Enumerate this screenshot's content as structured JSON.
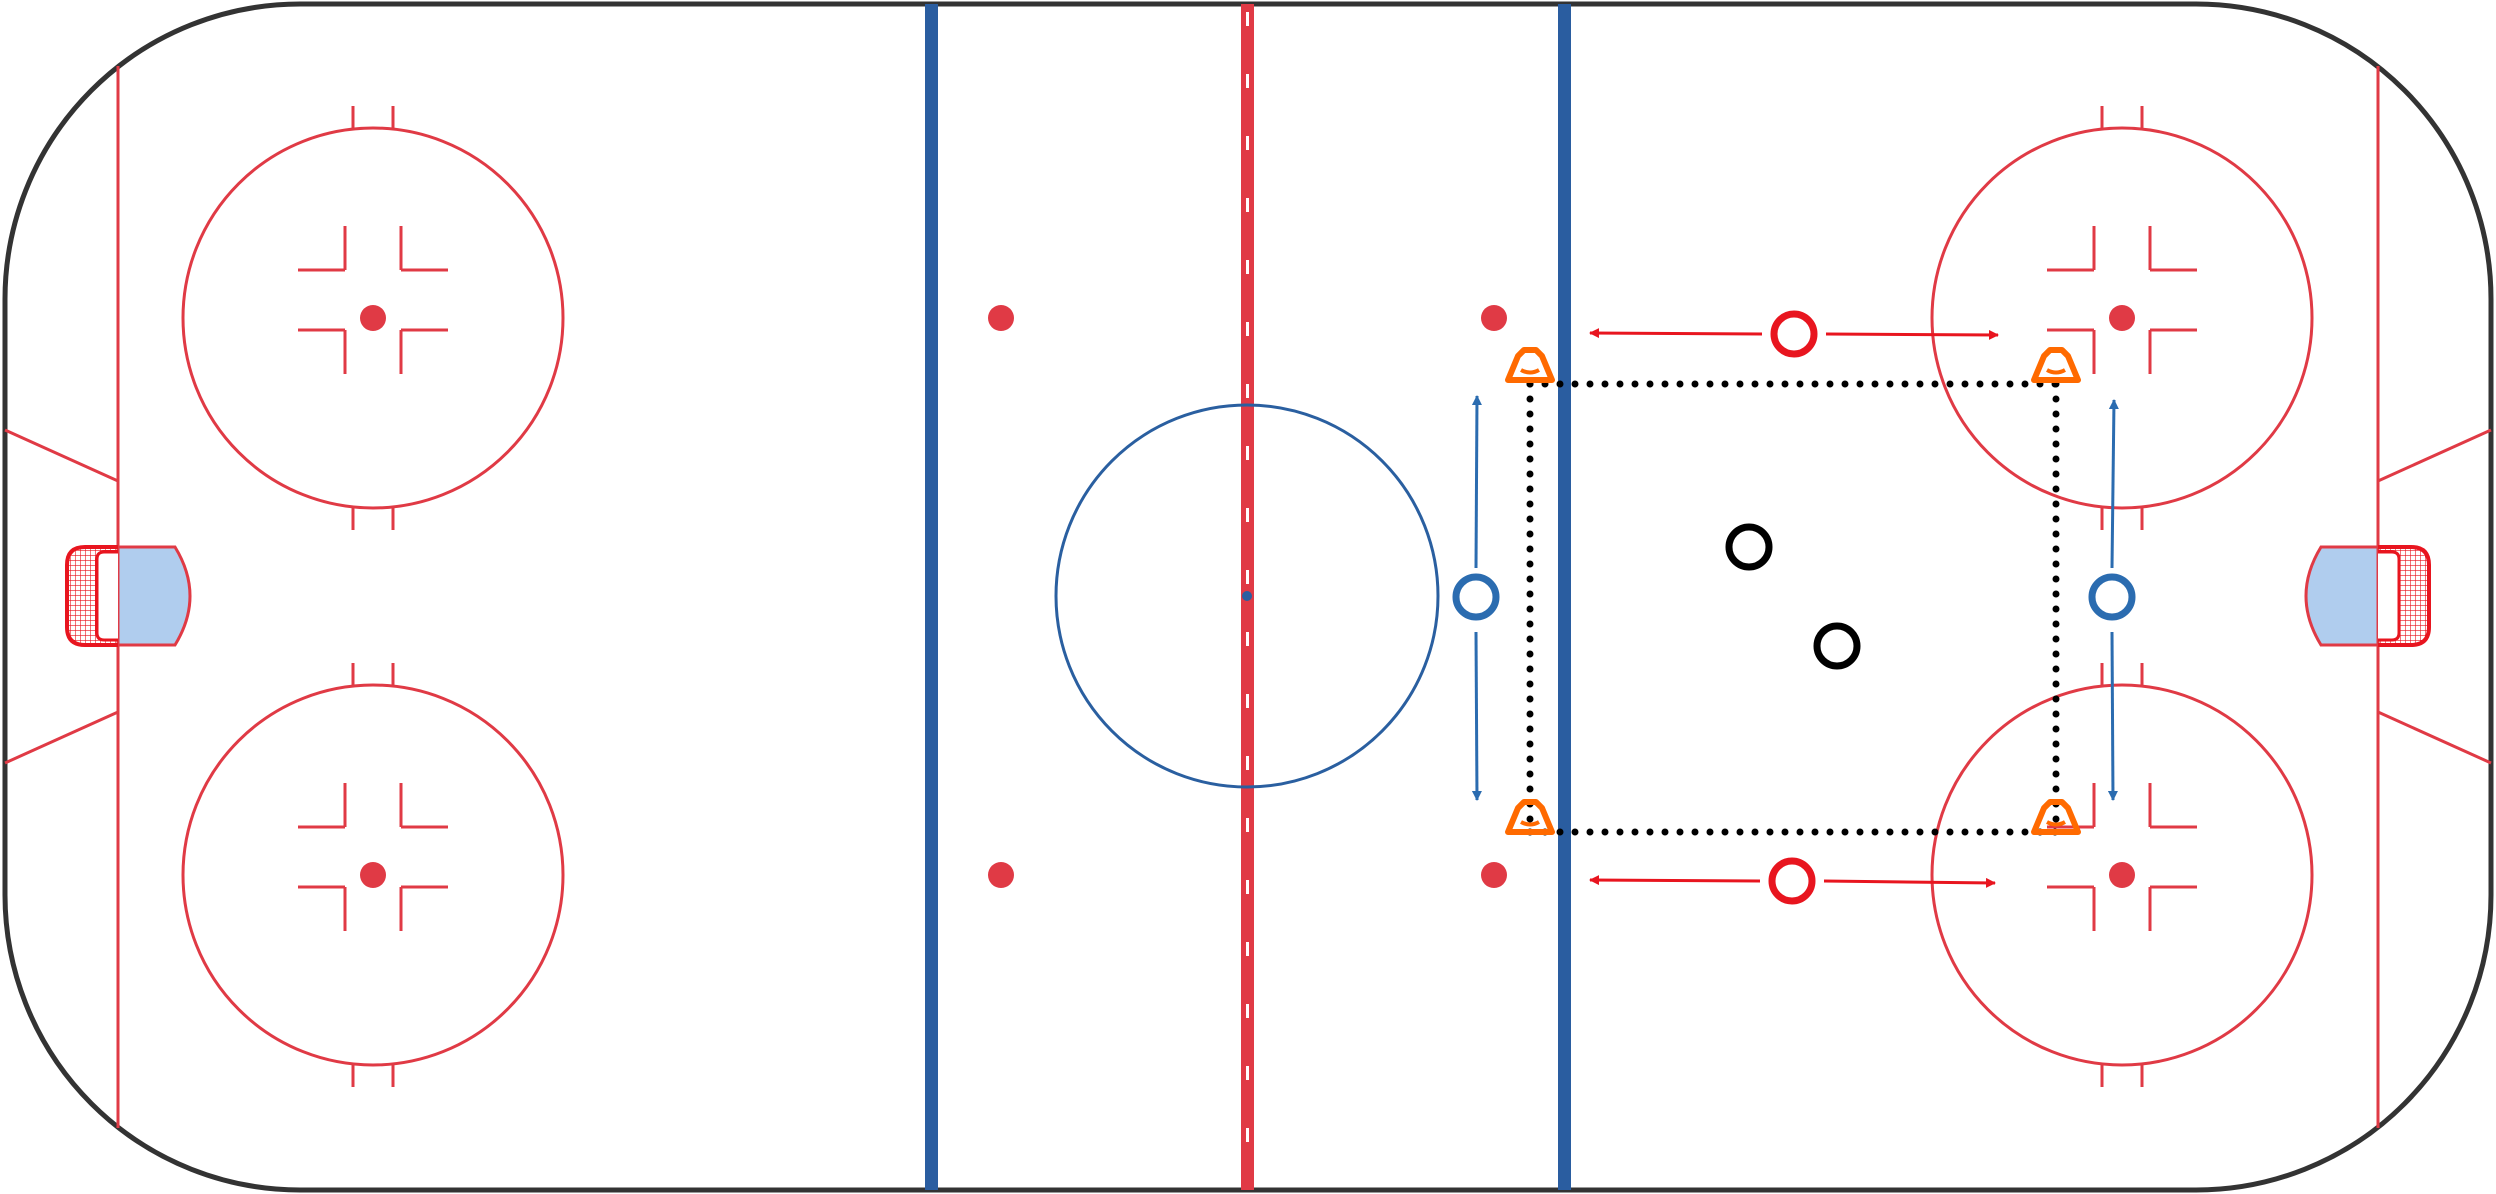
{
  "diagram": {
    "type": "hockey-rink-drill",
    "colors": {
      "board": "#333333",
      "red_line": "#e03a45",
      "blue_line": "#2a5da0",
      "center_circle": "#2a5fa0",
      "crease": "#b0cdee",
      "net": "#e8151f",
      "cone": "#ff6a00",
      "red_player": "#e8151f",
      "blue_player": "#2b6cb0",
      "black_player": "#000000",
      "path": "#000000"
    },
    "players": [
      {
        "id": "red-top",
        "team": "red"
      },
      {
        "id": "red-bottom",
        "team": "red"
      },
      {
        "id": "blue-left",
        "team": "blue"
      },
      {
        "id": "blue-right",
        "team": "blue"
      },
      {
        "id": "black-1",
        "team": "black"
      },
      {
        "id": "black-2",
        "team": "black"
      }
    ],
    "cones": [
      "cone-top-left",
      "cone-top-right",
      "cone-bottom-left",
      "cone-bottom-right"
    ],
    "movements": [
      {
        "player": "red-top",
        "direction": "left"
      },
      {
        "player": "red-top",
        "direction": "right"
      },
      {
        "player": "red-bottom",
        "direction": "left"
      },
      {
        "player": "red-bottom",
        "direction": "right"
      },
      {
        "player": "blue-left",
        "direction": "up"
      },
      {
        "player": "blue-left",
        "direction": "down"
      },
      {
        "player": "blue-right",
        "direction": "up"
      },
      {
        "player": "blue-right",
        "direction": "down"
      }
    ],
    "area": "dotted-rectangle-between-cones"
  }
}
